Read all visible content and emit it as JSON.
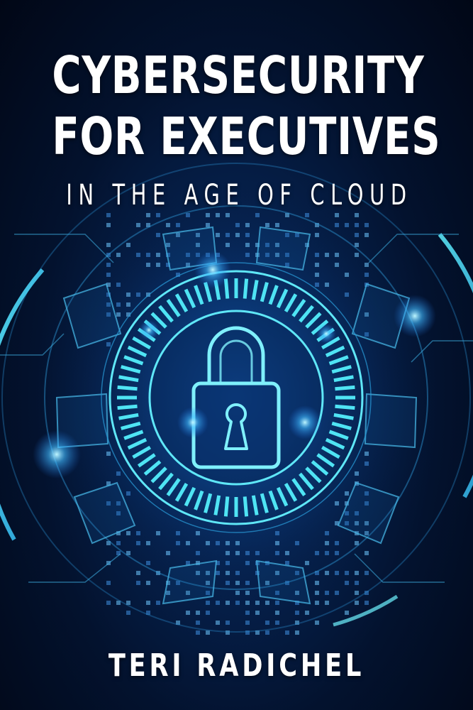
{
  "book": {
    "title_line_1": "CYBERSECURITY",
    "title_line_2": "FOR EXECUTIVES",
    "subtitle": "IN THE AGE OF CLOUD",
    "author": "TERI RADICHEL"
  },
  "artwork": {
    "icon": "padlock-icon",
    "background_color": "#03122e",
    "glow_color": "#3fe0f0",
    "accent_blue": "#1e6fe0"
  }
}
